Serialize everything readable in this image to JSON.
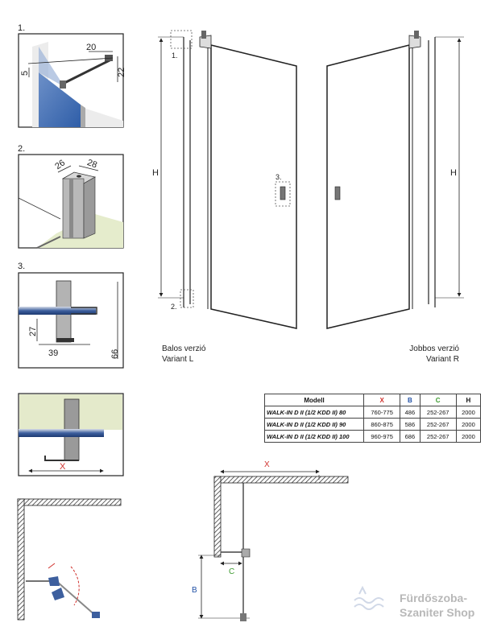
{
  "details": {
    "d1": {
      "label": "1.",
      "dims": [
        "20",
        "5",
        "22"
      ]
    },
    "d2": {
      "label": "2.",
      "dims": [
        "26",
        "28"
      ]
    },
    "d3": {
      "label": "3.",
      "dims": [
        "27",
        "39",
        "66"
      ]
    },
    "d4": {
      "dims": [
        "X"
      ]
    }
  },
  "views": {
    "left": {
      "callout1": "1.",
      "callout2": "2.",
      "callout3": "3.",
      "height_label": "H",
      "caption1": "Balos verzió",
      "caption2": "Variant L"
    },
    "right": {
      "height_label": "H",
      "caption1": "Jobbos verzió",
      "caption2": "Variant R"
    }
  },
  "plan": {
    "x_label": "X",
    "b_label": "B",
    "c_label": "C"
  },
  "table": {
    "headers": {
      "model": "Modell",
      "x": "X",
      "b": "B",
      "c": "C",
      "h": "H"
    },
    "rows": [
      {
        "model": "WALK-IN D II (1/2 KDD II) 80",
        "x": "760-775",
        "b": "486",
        "c": "252-267",
        "h": "2000"
      },
      {
        "model": "WALK-IN D II (1/2 KDD II) 90",
        "x": "860-875",
        "b": "586",
        "c": "252-267",
        "h": "2000"
      },
      {
        "model": "WALK-IN D II (1/2 KDD II) 100",
        "x": "960-975",
        "b": "686",
        "c": "252-267",
        "h": "2000"
      }
    ],
    "colors": {
      "x": "#d0312d",
      "b": "#1f4fa5",
      "c": "#3c9a2f"
    }
  },
  "watermark": {
    "line1": "Fürdőszoba-",
    "line2": "Szaniter Shop"
  }
}
